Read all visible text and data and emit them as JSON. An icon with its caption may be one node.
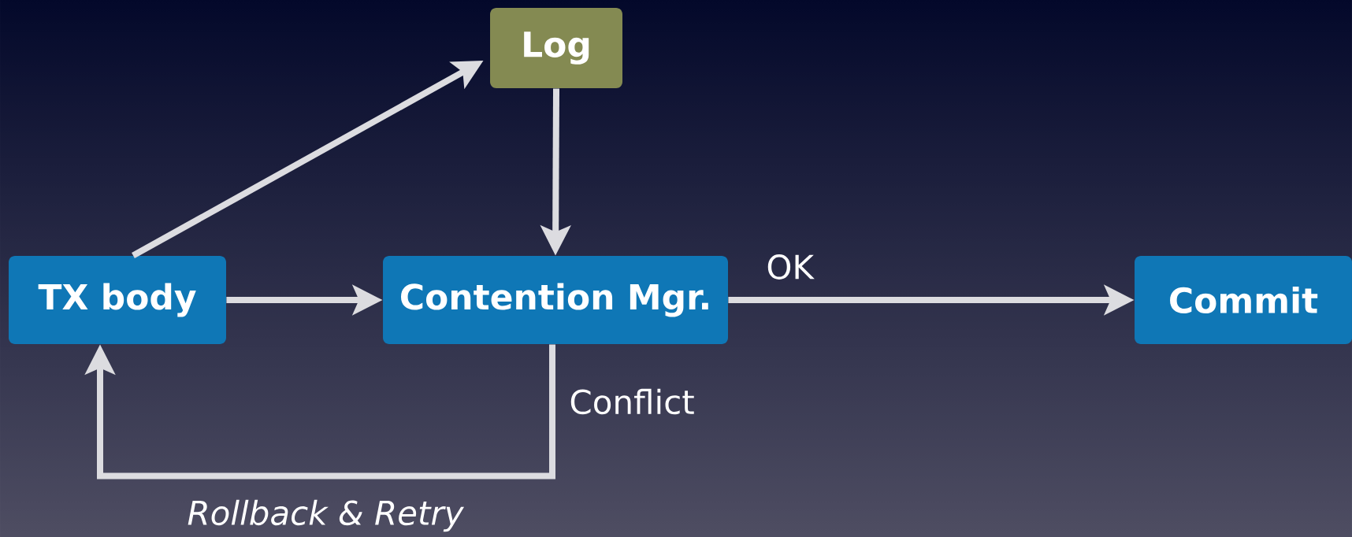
{
  "diagram": {
    "nodes": [
      {
        "text": [
          "Log"
        ]
      },
      {
        "text": [
          "TX body"
        ]
      },
      {
        "text": [
          "Contention Mgr."
        ]
      },
      {
        "text": [
          "Commit"
        ]
      }
    ],
    "edges": [
      {
        "from": 1,
        "to": 0,
        "arrow": "to"
      },
      {
        "from": 0,
        "to": 2,
        "arrow": "to"
      },
      {
        "from": 1,
        "to": 2,
        "arrow": "to"
      },
      {
        "from": 2,
        "to": 3,
        "arrow": "to",
        "label": "OK"
      },
      {
        "from": 2,
        "to": 1,
        "arrow": "to",
        "label": "Conflict"
      }
    ],
    "labels": [
      "Rollback & Retry"
    ]
  }
}
